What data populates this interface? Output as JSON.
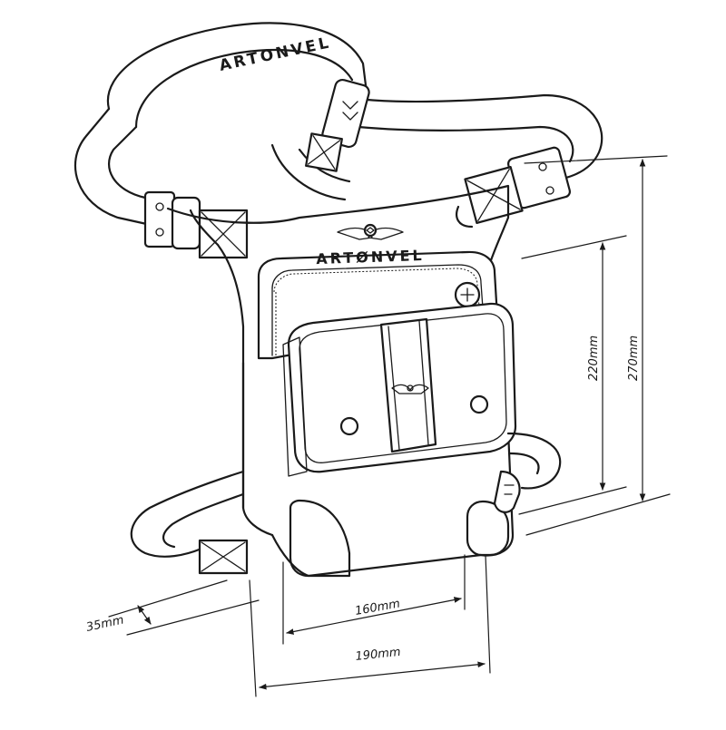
{
  "product": {
    "brand_strap": "ARTONVEL",
    "brand_body": "ARTØNVEL"
  },
  "dimensions": {
    "inner_width": "160mm",
    "outer_width": "190mm",
    "inner_height": "220mm",
    "outer_height": "270mm",
    "depth": "35mm"
  },
  "colors": {
    "line": "#1a1a1a",
    "background": "#ffffff"
  }
}
